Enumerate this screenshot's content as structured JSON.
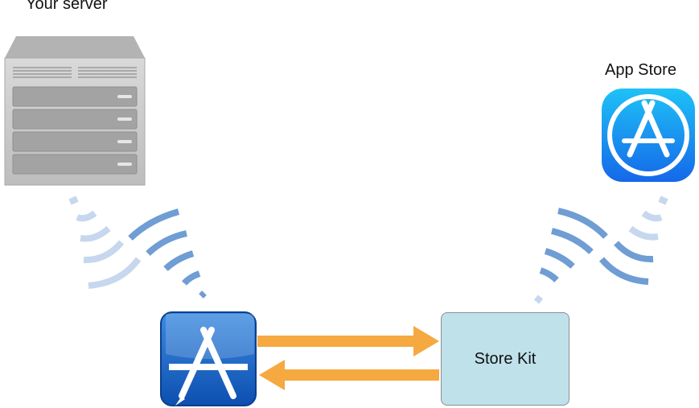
{
  "nodes": {
    "server": {
      "label": "Your server"
    },
    "app_store": {
      "label": "App Store"
    },
    "store_kit": {
      "label": "Store Kit"
    }
  },
  "colors": {
    "arrow": "#f5a940",
    "wave_strong": "#5b8bc9",
    "wave_faint": "#c6d7ee",
    "server_body": "#c4c4c4",
    "app_store_icon": "#1f8ef0",
    "app_icon": "#1a64c8",
    "store_kit_box": "#bfe1ea"
  }
}
